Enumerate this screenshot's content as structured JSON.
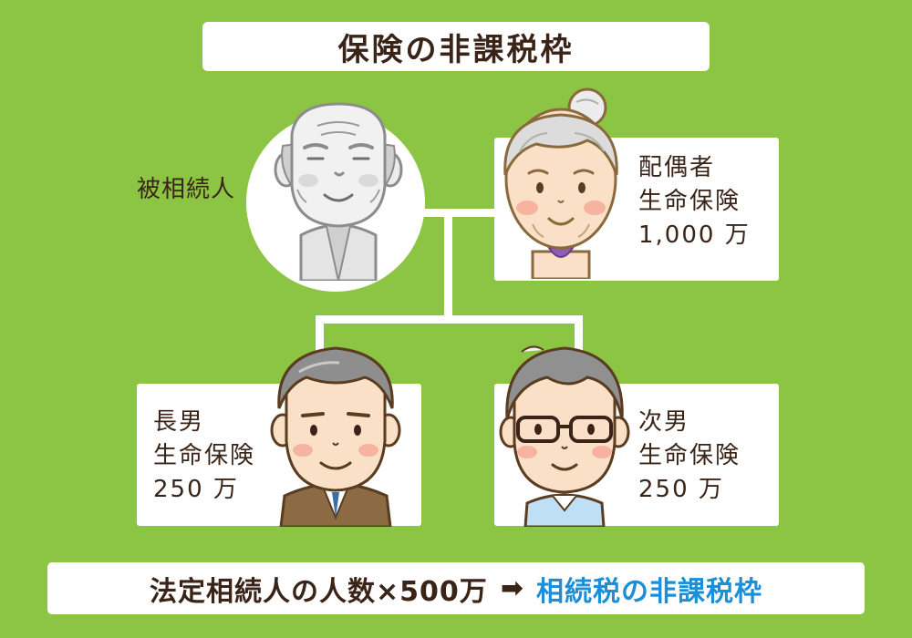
{
  "title": "保険の非課税枠",
  "deceased": {
    "label": "被相続人"
  },
  "spouse": {
    "relation": "配偶者",
    "insurance": "生命保険",
    "amount": "1,000 万"
  },
  "eldest_son": {
    "relation": "長男",
    "insurance": "生命保険",
    "amount": "250 万"
  },
  "second_son": {
    "relation": "次男",
    "insurance": "生命保険",
    "amount": "250 万"
  },
  "formula": {
    "left": "法定相続人の人数×500万",
    "arrow": "➡",
    "right": "相続税の非課税枠"
  },
  "colors": {
    "background": "#8cc443",
    "text": "#3a2418",
    "accent": "#1c8fd8"
  }
}
